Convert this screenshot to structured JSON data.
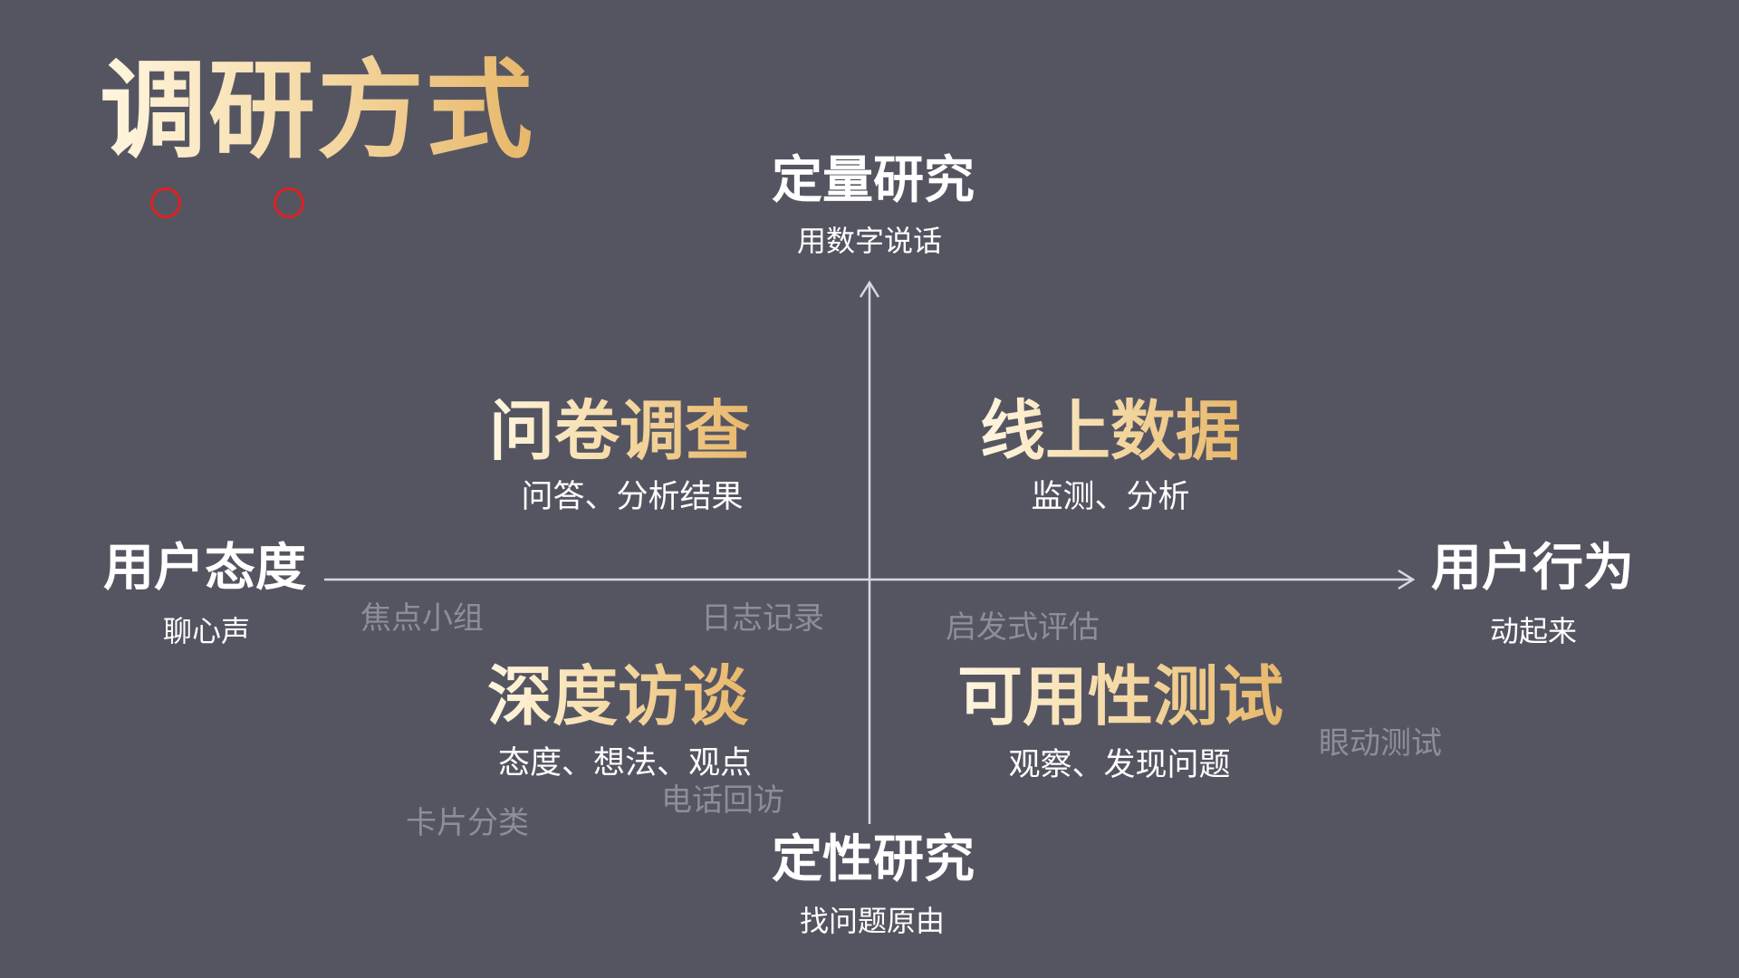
{
  "title": "调研方式",
  "axes": {
    "top": {
      "label": "定量研究",
      "sub": "用数字说话"
    },
    "bottom": {
      "label": "定性研究",
      "sub": "找问题原由"
    },
    "left": {
      "label": "用户态度",
      "sub": "聊心声"
    },
    "right": {
      "label": "用户行为",
      "sub": "动起来"
    }
  },
  "quadrants": {
    "top_left": {
      "label": "问卷调查",
      "sub": "问答、分析结果"
    },
    "top_right": {
      "label": "线上数据",
      "sub": "监测、分析"
    },
    "bottom_left": {
      "label": "深度访谈",
      "sub": "态度、想法、观点"
    },
    "bottom_right": {
      "label": "可用性测试",
      "sub": "观察、发现问题"
    }
  },
  "minor_methods": {
    "focus_group": "焦点小组",
    "diary": "日志记录",
    "heuristic": "启发式评估",
    "eye_tracking": "眼动测试",
    "phone_followup": "电话回访",
    "card_sorting": "卡片分类"
  },
  "colors": {
    "background": "#555562",
    "accent_dot": "#e02020",
    "axis_line": "#d8d8dc",
    "minor_text": "#8e8e99"
  }
}
